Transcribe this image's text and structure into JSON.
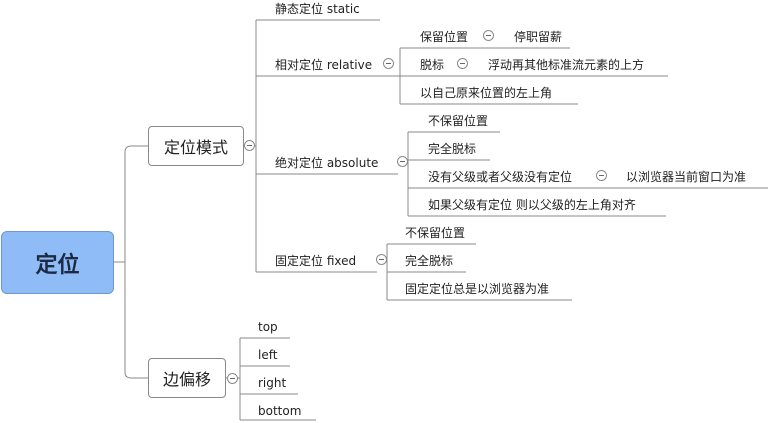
{
  "root": {
    "label": "定位"
  },
  "positioning_modes": {
    "label": "定位模式",
    "static": {
      "label": "静态定位  static"
    },
    "relative": {
      "label": "相对定位 relative",
      "keeps_position": "保留位置",
      "keeps_position_note": "停职留薪",
      "out_of_flow": "脱标",
      "out_of_flow_note": "浮动再其他标准流元素的上方",
      "reference": "以自己原来位置的左上角"
    },
    "absolute": {
      "label": "绝对定位 absolute",
      "no_keep": "不保留位置",
      "out_of_flow": "完全脱标",
      "no_parent": "没有父级或者父级没有定位",
      "no_parent_note": "以浏览器当前窗口为准",
      "has_parent": "如果父级有定位  则以父级的左上角对齐"
    },
    "fixed": {
      "label": "固定定位 fixed",
      "no_keep": "不保留位置",
      "out_of_flow": "完全脱标",
      "reference": "固定定位总是以浏览器为准"
    }
  },
  "offsets": {
    "label": "边偏移",
    "items": [
      "top",
      "left",
      "right",
      "bottom"
    ]
  },
  "colors": {
    "root_fill": "#8fbcf7",
    "line": "#8a8a8a"
  }
}
